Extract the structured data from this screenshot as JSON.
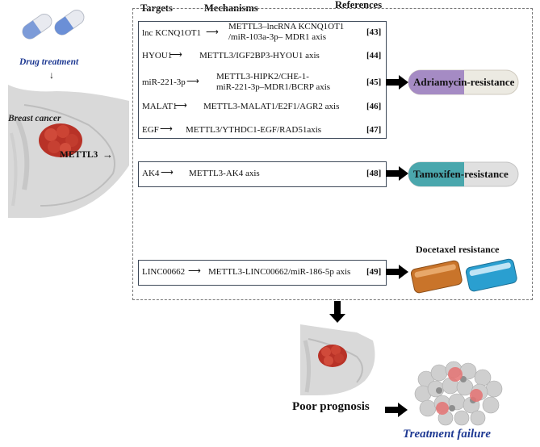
{
  "header": {
    "targets": "Targets",
    "mechanisms": "Mechanisms",
    "references": "References"
  },
  "left": {
    "drug_label": "Drug treatment",
    "breast_label": "Breast cancer",
    "enzyme_label": "METTL3"
  },
  "group1": {
    "rows": [
      {
        "target": "lnc KCNQ1OT1",
        "mech_line1": "METTL3–lncRNA KCNQ1OT1",
        "mech_line2": "/miR-103a-3p– MDR1 axis",
        "ref": "[43]"
      },
      {
        "target": "HYOU1",
        "mech": "METTL3/IGF2BP3-HYOU1 axis",
        "ref": "[44]"
      },
      {
        "target": "miR-221-3p",
        "mech_line1": "METTL3-HIPK2/CHE-1-",
        "mech_line2": "miR-221-3p–MDR1/BCRP axis",
        "ref": "[45]"
      },
      {
        "target": "MALAT1",
        "mech": "METTL3-MALAT1/E2F1/AGR2 axis",
        "ref": "[46]"
      },
      {
        "target": "EGF",
        "mech": "METTL3/YTHDC1-EGF/RAD51axis",
        "ref": "[47]"
      }
    ],
    "outcome": "Adriamycin-resistance"
  },
  "group2": {
    "target": "AK4",
    "mech": "METTL3-AK4 axis",
    "ref": "[48]",
    "outcome": "Tamoxifen-resistance"
  },
  "group3": {
    "target": "LINC00662",
    "mech": "METTL3-LINC00662/miR-186-5p axis",
    "ref": "[49]",
    "outcome": "Docetaxel resistance"
  },
  "bottom": {
    "prognosis": "Poor prognosis",
    "failure": "Treatment failure"
  },
  "colors": {
    "box_border": "#3f4a5a",
    "adriamycin_pill": "#a58bc4",
    "tamoxifen_pill": "#4aa7ad",
    "docetaxel_orange": "#c9742a",
    "docetaxel_blue": "#2a9fd0",
    "capsule_blue": "#6b8fd6",
    "tumor_red": "#c0392b",
    "failure_blue": "#1f3a93"
  },
  "icons": [
    "capsule-icon",
    "breast-icon",
    "tumor-icon",
    "cell-cluster-icon",
    "arrow-icon"
  ]
}
